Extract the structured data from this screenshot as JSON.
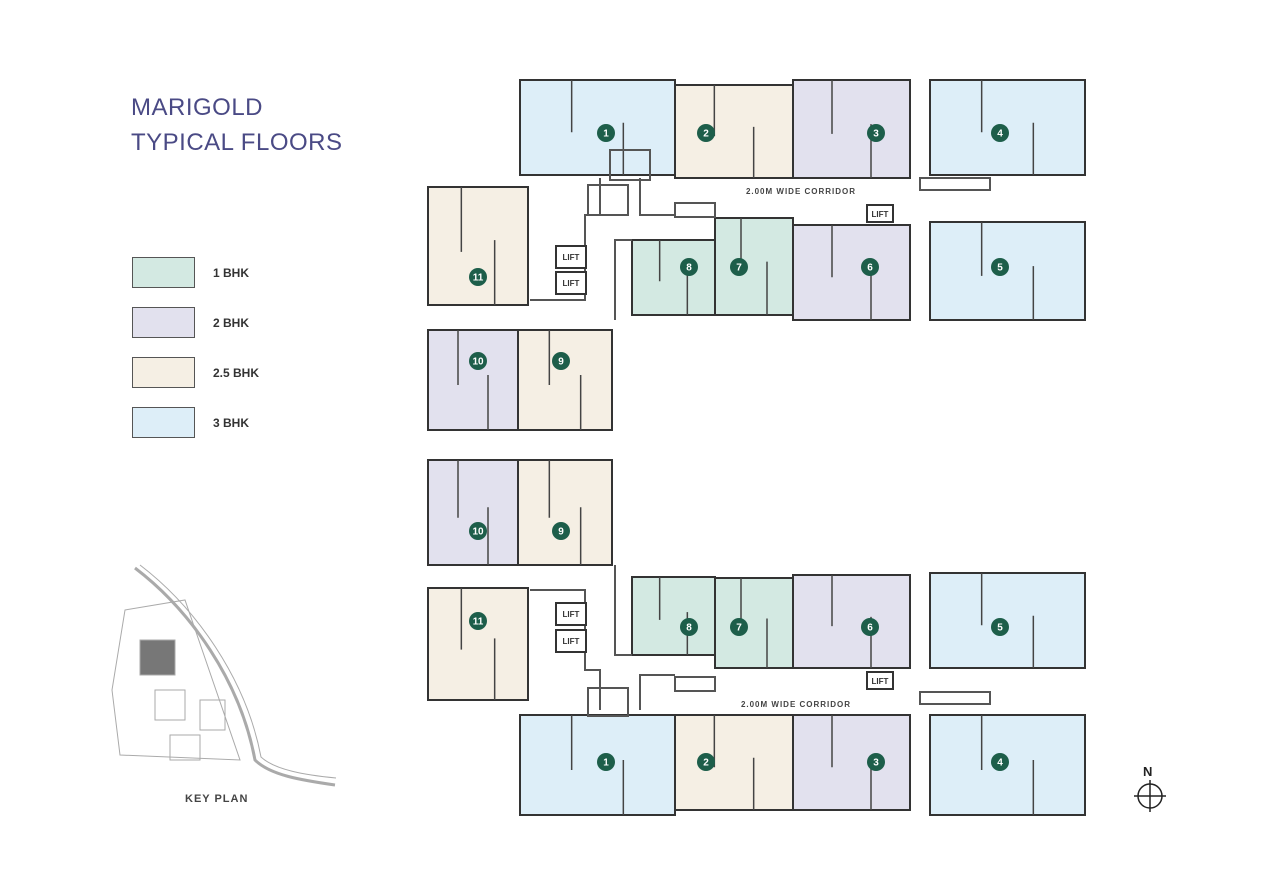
{
  "title": {
    "line1": "MARIGOLD",
    "line2": "TYPICAL FLOORS"
  },
  "legend": [
    {
      "label": "1 BHK",
      "color": "#d3e9e2"
    },
    {
      "label": "2 BHK",
      "color": "#e2e1ee"
    },
    {
      "label": "2.5 BHK",
      "color": "#f5efe4"
    },
    {
      "label": "3 BHK",
      "color": "#ddeef8"
    }
  ],
  "marker_color": "#1d5e4a",
  "corridor_label": "2.00M WIDE CORRIDOR",
  "lift_label": "LIFT",
  "units": [
    {
      "number": "1",
      "type": "3 BHK"
    },
    {
      "number": "2",
      "type": "2.5 BHK"
    },
    {
      "number": "3",
      "type": "2 BHK"
    },
    {
      "number": "4",
      "type": "3 BHK"
    },
    {
      "number": "8",
      "type": "1 BHK"
    },
    {
      "number": "7",
      "type": "1 BHK"
    },
    {
      "number": "6",
      "type": "2 BHK"
    },
    {
      "number": "5",
      "type": "3 BHK"
    },
    {
      "number": "11",
      "type": "2.5 BHK"
    },
    {
      "number": "10",
      "type": "2 BHK"
    },
    {
      "number": "9",
      "type": "2.5 BHK"
    },
    {
      "number": "10",
      "type": "2 BHK"
    },
    {
      "number": "9",
      "type": "2.5 BHK"
    },
    {
      "number": "11",
      "type": "2.5 BHK"
    },
    {
      "number": "8",
      "type": "1 BHK"
    },
    {
      "number": "7",
      "type": "1 BHK"
    },
    {
      "number": "6",
      "type": "2 BHK"
    },
    {
      "number": "5",
      "type": "3 BHK"
    },
    {
      "number": "1",
      "type": "3 BHK"
    },
    {
      "number": "2",
      "type": "2.5 BHK"
    },
    {
      "number": "3",
      "type": "2 BHK"
    },
    {
      "number": "4",
      "type": "3 BHK"
    }
  ],
  "key_plan_label": "KEY PLAN",
  "north_label": "N"
}
